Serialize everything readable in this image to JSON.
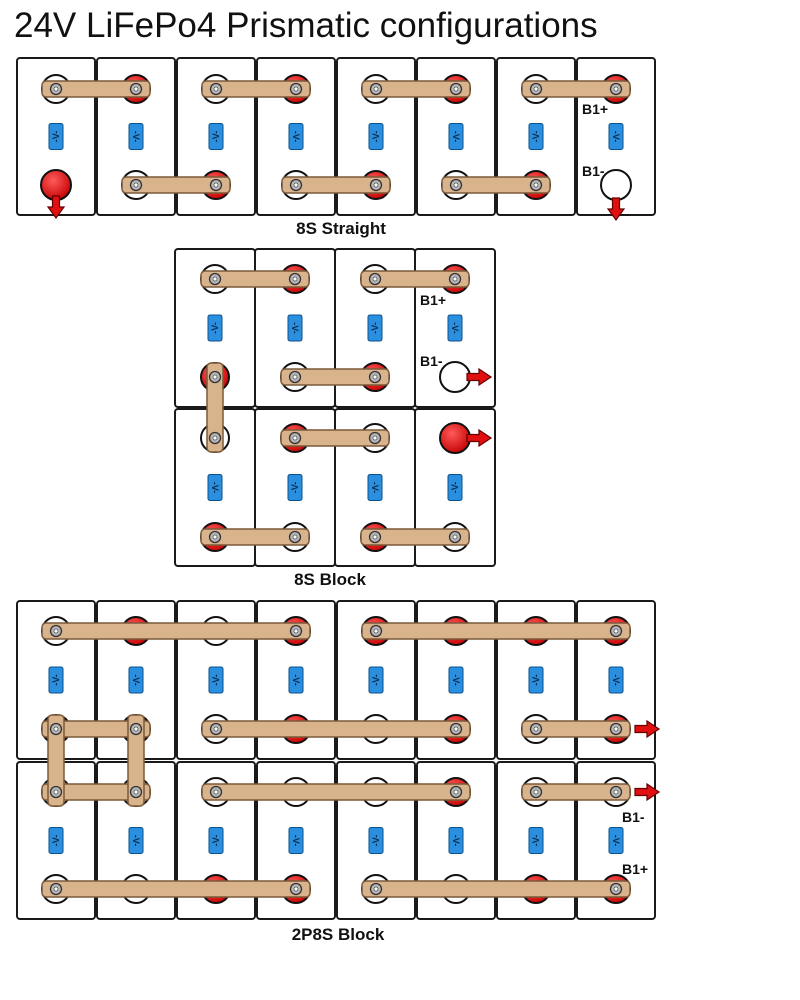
{
  "title": "24V LiFePo4 Prismatic configurations",
  "cell_label": "-V-",
  "colors": {
    "cell_border": "#1a1a1a",
    "label_fill": "#2b8fe0",
    "terminal_positive": "#e01010",
    "terminal_negative": "#ffffff",
    "busbar": "#d9b38c",
    "busbar_outline": "#7a5a3a",
    "output_arrow": "#e01010"
  },
  "configurations": [
    {
      "id": "8s-straight",
      "caption": "8S Straight",
      "series": 8,
      "parallel": 1,
      "terminal_labels": [
        "B1+",
        "B1-"
      ]
    },
    {
      "id": "8s-block",
      "caption": "8S Block",
      "series": 8,
      "parallel": 1,
      "terminal_labels": [
        "B1+",
        "B1-"
      ]
    },
    {
      "id": "2p8s-block",
      "caption": "2P8S Block",
      "series": 8,
      "parallel": 2,
      "terminal_labels": [
        "B1-",
        "B1+"
      ]
    }
  ]
}
